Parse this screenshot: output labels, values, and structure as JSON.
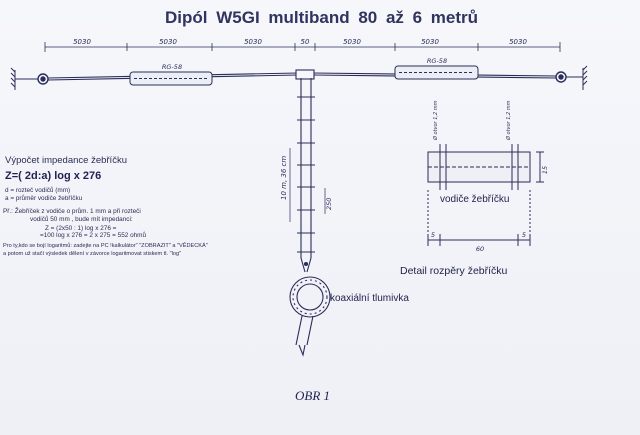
{
  "title": "Dipól   W5GI  multiband  80 až  6 metrů",
  "dimensions": {
    "seg1": "5030",
    "seg2": "5030",
    "seg3": "5030",
    "center": "50",
    "seg4": "5030",
    "seg5": "5030",
    "seg6": "5030"
  },
  "coax_left_label": "RG-58",
  "coax_right_label": "RG-58",
  "ladder_length_label": "10 m, 36 cm",
  "ladder_spacing": "250",
  "impedance": {
    "heading": "Výpočet impedance žebříčku",
    "formula": "Z=( 2d:a) log x 276",
    "d_note": "d = rozteč vodičů  (mm)",
    "a_note": "a = průměr vodiče žebříčku",
    "example_1": "Př.: Žebříček z vodiče o prům. 1 mm a při rozteči",
    "example_2": "vodičů  50 mm , bude mít impedanci:",
    "example_3": "Z = (2x50 : 1) log x 276 =",
    "example_4": "=100 log x 276 = 2 x 275 = 552 ohmů",
    "tip_1": "Pro ty,kdo se bojí logaritmů: zadejte na PC !kalkulátor\" \"ZOBRAZIT\" a \"VĚDECKÁ\"",
    "tip_2": "a potom už stačí výsledek dělení v závorce logaritmovat stiskem tl. \"log\""
  },
  "coax_choke_label": "koaxiální tlumivka",
  "spreader_label": "vodiče žebříčku",
  "detail_label": "Detail rozpěry žebříčku",
  "spreader_dims": {
    "height": "15",
    "width": "60",
    "edge_left": "5",
    "edge_right": "5",
    "side_note": "Ø otvor 1,2 mm",
    "side_note_right": "Ø otvor 1,2 mm"
  },
  "caption": "OBR 1"
}
